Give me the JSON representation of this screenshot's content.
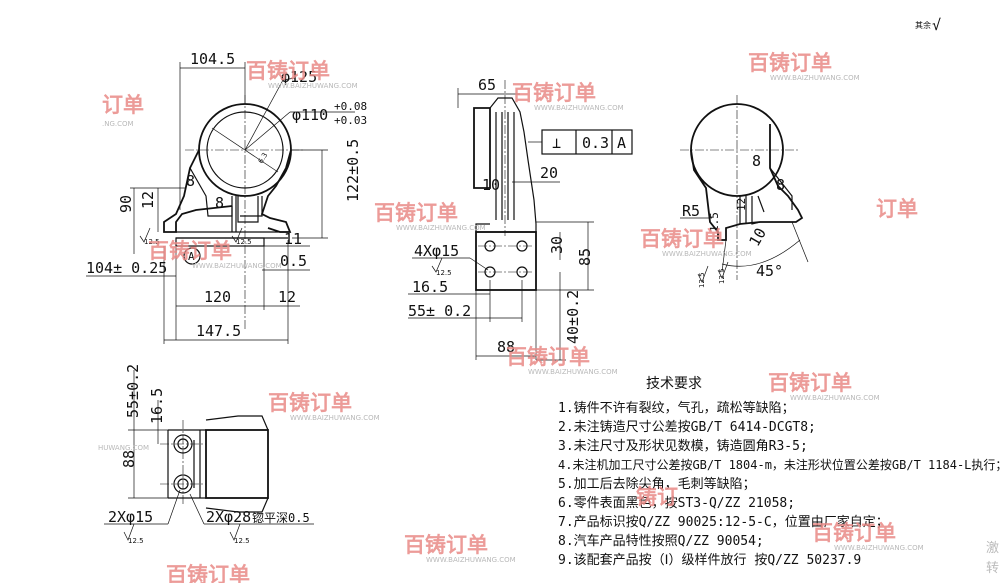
{
  "corner_mark": {
    "label": "其余",
    "symbol": "√"
  },
  "watermark": {
    "brand": "百铸订单",
    "url": "WWW.BAIZHUWANG.COM",
    "partial_left": "订单",
    "partial_left_url": ".NG.COM",
    "partial_mid": "订单",
    "partial_mid2": "铸订",
    "partial_url2": "HUWANG.COM"
  },
  "front_view": {
    "dims": {
      "w_104_5": "104.5",
      "d_125": "φ125",
      "d_110": "φ110",
      "tol_up": "+0.08",
      "tol_dn": "+0.03",
      "d_90": "90",
      "d_12a": "12",
      "d_8a": "8",
      "d_8b": "8",
      "d_122": "122±0.5",
      "d_11": "11",
      "d_0_5": "0.5",
      "d_104": "104± 0.25",
      "d_120": "120",
      "d_12b": "12",
      "d_147_5": "147.5",
      "d_6_3": "6.3",
      "datum": "A",
      "ra_a": "12.5",
      "ra_b": "12.5"
    }
  },
  "side_view": {
    "dims": {
      "d_65": "65",
      "perp_symbol": "⊥",
      "perp_value": "0.3",
      "perp_datum": "A",
      "d_10": "10",
      "d_20": "20",
      "d_4x15": "4Xφ15",
      "ra": "12.5",
      "d_16_5": "16.5",
      "d_55": "55± 0.2",
      "d_30": "30",
      "d_85": "85",
      "d_88": "88",
      "d_40": "40±0.2"
    }
  },
  "right_view": {
    "dims": {
      "d_8a": "8",
      "d_8b": "8",
      "r5": "R5",
      "d_1_5": "1.5",
      "d_10": "10",
      "d_12": "12",
      "angle": "45°",
      "ra_a": "12.5",
      "ra_b": "12.5"
    }
  },
  "bottom_view": {
    "dims": {
      "d_55": "55±0.2",
      "d_16_5": "16.5",
      "d_88": "88",
      "holes_15": "2Xφ15",
      "holes_28": "2Xφ28",
      "spot_face": "锪平深0.5",
      "ra_a": "12.5",
      "ra_b": "12.5"
    }
  },
  "technical_requirements": {
    "title": "技术要求",
    "items": [
      "1.铸件不许有裂纹，气孔，疏松等缺陷；",
      "2.未注铸造尺寸公差按GB/T 6414-DCGT8;",
      "3.未注尺寸及形状见数模，铸造圆角R3-5;",
      "4.未注机加工尺寸公差按GB/T 1804-m，未注形状位置公差按GB/T 1184-L执行；",
      "5.加工后去除尖角，毛刺等缺陷；",
      "6.零件表面黑色，按ST3-Q/ZZ 21058;",
      "7.产品标识按Q/ZZ 90025:12-5-C，位置由厂家自定；",
      "8.汽车产品特性按照Q/ZZ 90054;",
      "9.该配套产品按（Ⅰ）级样件放行 按Q/ZZ 50237.9"
    ]
  },
  "edge_text": {
    "line1": "激",
    "line2": "转"
  }
}
